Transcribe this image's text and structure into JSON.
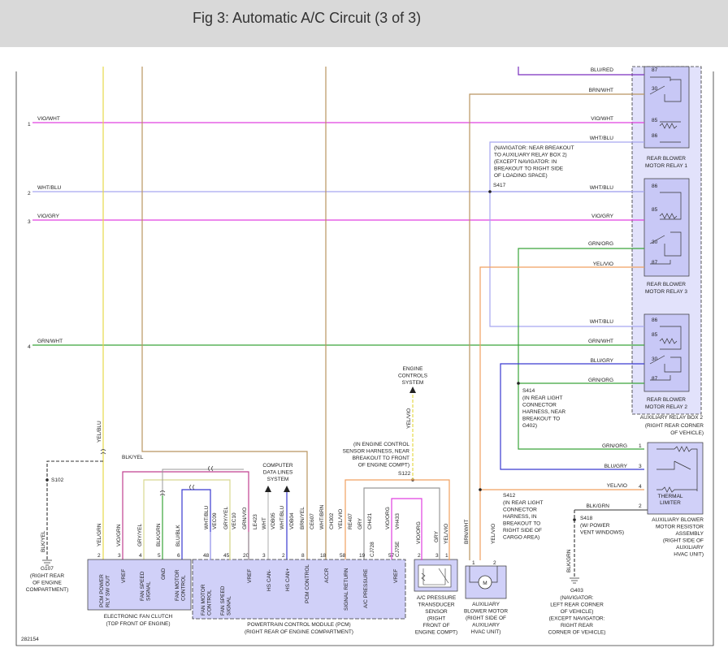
{
  "header": {
    "title": "Fig 3: Automatic A/C Circuit (3 of 3)"
  },
  "figure_number": "282154",
  "colors": {
    "vio_wht": "#e040e0",
    "vio_gry": "#e040e0",
    "wht_blu": "#a7a7f0",
    "grn_wht": "#3aa53a",
    "grn_org": "#3aa53a",
    "blu_red": "#7a2fbf",
    "brn_wht": "#b99560",
    "yel_vio": "#f0a060",
    "yel": "#e6d84a",
    "blu_gry": "#3a3ad0",
    "blu_blk": "#3a3ad0",
    "blk": "#333333",
    "gry": "#999999",
    "box_fill": "#d0d0f8"
  },
  "left_connectors": [
    {
      "num": "1",
      "wire": "VIO/WHT"
    },
    {
      "num": "2",
      "wire": "WHT/BLU"
    },
    {
      "num": "3",
      "wire": "VIO/GRY"
    },
    {
      "num": "4",
      "wire": "GRN/WHT"
    }
  ],
  "relay_box": {
    "label": "AUXILIARY RELAY BOX 2",
    "location": "(RIGHT REAR CORNER OF VEHICLE)"
  },
  "relays": [
    {
      "label": "REAR BLOWER MOTOR RELAY 1",
      "pins": [
        "87",
        "30",
        "85",
        "86"
      ],
      "wires": [
        "BLU/RED",
        "BRN/WHT",
        "VIO/WHT",
        "WHT/BLU"
      ]
    },
    {
      "label": "REAR BLOWER MOTOR RELAY 3",
      "pins": [
        "86",
        "85",
        "30",
        "87"
      ],
      "wires": [
        "WHT/BLU",
        "VIO/GRY",
        "GRN/ORG",
        "YEL/VIO"
      ]
    },
    {
      "label": "REAR BLOWER MOTOR RELAY 2",
      "pins": [
        "86",
        "85",
        "30",
        "87"
      ],
      "wires": [
        "WHT/BLU",
        "GRN/WHT",
        "BLU/GRY",
        "GRN/ORG"
      ]
    }
  ],
  "splices": {
    "s417": {
      "id": "S417",
      "note": "(NAVIGATOR: NEAR BREAKOUT TO AUXILIARY RELAY BOX 2) (EXCEPT NAVIGATOR: IN BREAKOUT TO RIGHT SIDE OF LOADING SPACE)"
    },
    "s414": {
      "id": "S414",
      "note": "(IN REAR LIGHT CONNECTOR HARNESS, NEAR BREAKOUT TO G402)"
    },
    "s412": {
      "id": "S412",
      "note": "(IN REAR LIGHT CONNECTOR HARNESS, IN BREAKOUT TO RIGHT SIDE OF CARGO AREA)"
    },
    "s122": {
      "id": "S122",
      "note": "(IN ENGINE CONTROL SENSOR HARNESS, NEAR BREAKOUT TO FRONT OF ENGINE COMPT)"
    },
    "s102": {
      "id": "S102"
    },
    "s418": {
      "id": "S418",
      "note": "(W/ POWER VENT WINDOWS)"
    }
  },
  "resistor": {
    "pins": [
      "1",
      "3",
      "4",
      "2"
    ],
    "wires": [
      "GRN/ORG",
      "BLU/GRY",
      "YEL/VIO",
      "BLK/GRN"
    ],
    "limiter": "THERMAL LIMITER",
    "label": "AUXILIARY BLOWER MOTOR RESISTOR ASSEMBLY",
    "location": "(RIGHT SIDE OF AUXILIARY HVAC UNIT)"
  },
  "engine_controls": {
    "label": "ENGINE CONTROLS SYSTEM",
    "wire": "YEL/VIO"
  },
  "data_lines": {
    "label": "COMPUTER DATA LINES SYSTEM"
  },
  "top_wires": {
    "yel_blu": "YEL/BLU",
    "blk_yel": "BLK/YEL"
  },
  "grounds": {
    "g107": {
      "id": "G107",
      "wire": "BLK/YEL",
      "note": "(RIGHT REAR OF ENGINE COMPARTMENT)"
    },
    "g403": {
      "id": "G403",
      "wire": "BLK/GRN",
      "note": "(NAVIGATOR: LEFT REAR CORNER OF VEHICLE) (EXCEPT NAVIGATOR: RIGHT REAR CORNER OF VEHICLE)"
    }
  },
  "fan_clutch": {
    "label": "ELECTRONIC FAN CLUTCH",
    "location": "(TOP FRONT OF ENGINE)",
    "pins": [
      {
        "num": "2",
        "wire": "YEL/GRN",
        "func": "PCM POWER RLY SW OUT"
      },
      {
        "num": "3",
        "wire": "VIO/GRN",
        "func": "VREF"
      },
      {
        "num": "4",
        "wire": "GRY/YEL",
        "func": "FAN SPEED SIGNAL"
      },
      {
        "num": "5",
        "wire": "BLK/GRN",
        "func": "GND"
      },
      {
        "num": "6",
        "wire": "BLU/BLK",
        "func": "FAN MOTOR CONTROL"
      }
    ]
  },
  "pcm": {
    "label": "POWERTRAIN CONTROL MODULE (PCM)",
    "location": "(RIGHT REAR OF ENGINE COMPARTMENT)",
    "pins": [
      {
        "num": "48",
        "circuit": "VEC09",
        "wire": "WHT/BLU",
        "func": "FAN MOTOR CONTROL"
      },
      {
        "num": "45",
        "circuit": "VEC10",
        "wire": "GRY/YEL",
        "func": "FAN SPEED SIGNAL"
      },
      {
        "num": "20",
        "circuit": "LE423",
        "wire": "GRN/VIO",
        "func": "VREF"
      },
      {
        "num": "3",
        "circuit": "VDB05",
        "wire": "WHT",
        "func": "HS CAN-"
      },
      {
        "num": "2",
        "circuit": "VDB04",
        "wire": "WHT/BLU",
        "func": "HS CAN+"
      },
      {
        "num": "8",
        "circuit": "CE607",
        "wire": "BRN/YEL",
        "func": "PCM CONTROL"
      },
      {
        "num": "18",
        "circuit": "CH302",
        "wire": "WHT/BRN",
        "func": "ACCR"
      },
      {
        "num": "58",
        "circuit": "RE407",
        "wire": "YEL/VIO",
        "func": "SIGNAL RETURN"
      },
      {
        "num": "19",
        "circuit": "CH421",
        "wire": "GRY",
        "func": "A/C PRESSURE"
      },
      {
        "num": "57",
        "circuit": "VH433",
        "wire": "VIO/ORG",
        "func": "VREF"
      }
    ],
    "extra_circuits": [
      "CJ728",
      "CJ75E"
    ]
  },
  "transducer": {
    "label": "A/C PRESSURE TRANSDUCER SENSOR",
    "location": "(RIGHT FRONT OF ENGINE COMPT)",
    "pins": [
      {
        "num": "2",
        "wire": "VIO/ORG"
      },
      {
        "num": "3",
        "wire": "GRY"
      },
      {
        "num": "1",
        "wire": "YEL/VIO"
      }
    ]
  },
  "aux_motor": {
    "label": "AUXILIARY BLOWER MOTOR",
    "location": "(RIGHT SIDE OF AUXILIARY HVAC UNIT)",
    "symbol": "M",
    "pins": [
      {
        "num": "1",
        "wire": "BRN/WHT"
      },
      {
        "num": "2",
        "wire": "YEL/VIO"
      }
    ]
  }
}
